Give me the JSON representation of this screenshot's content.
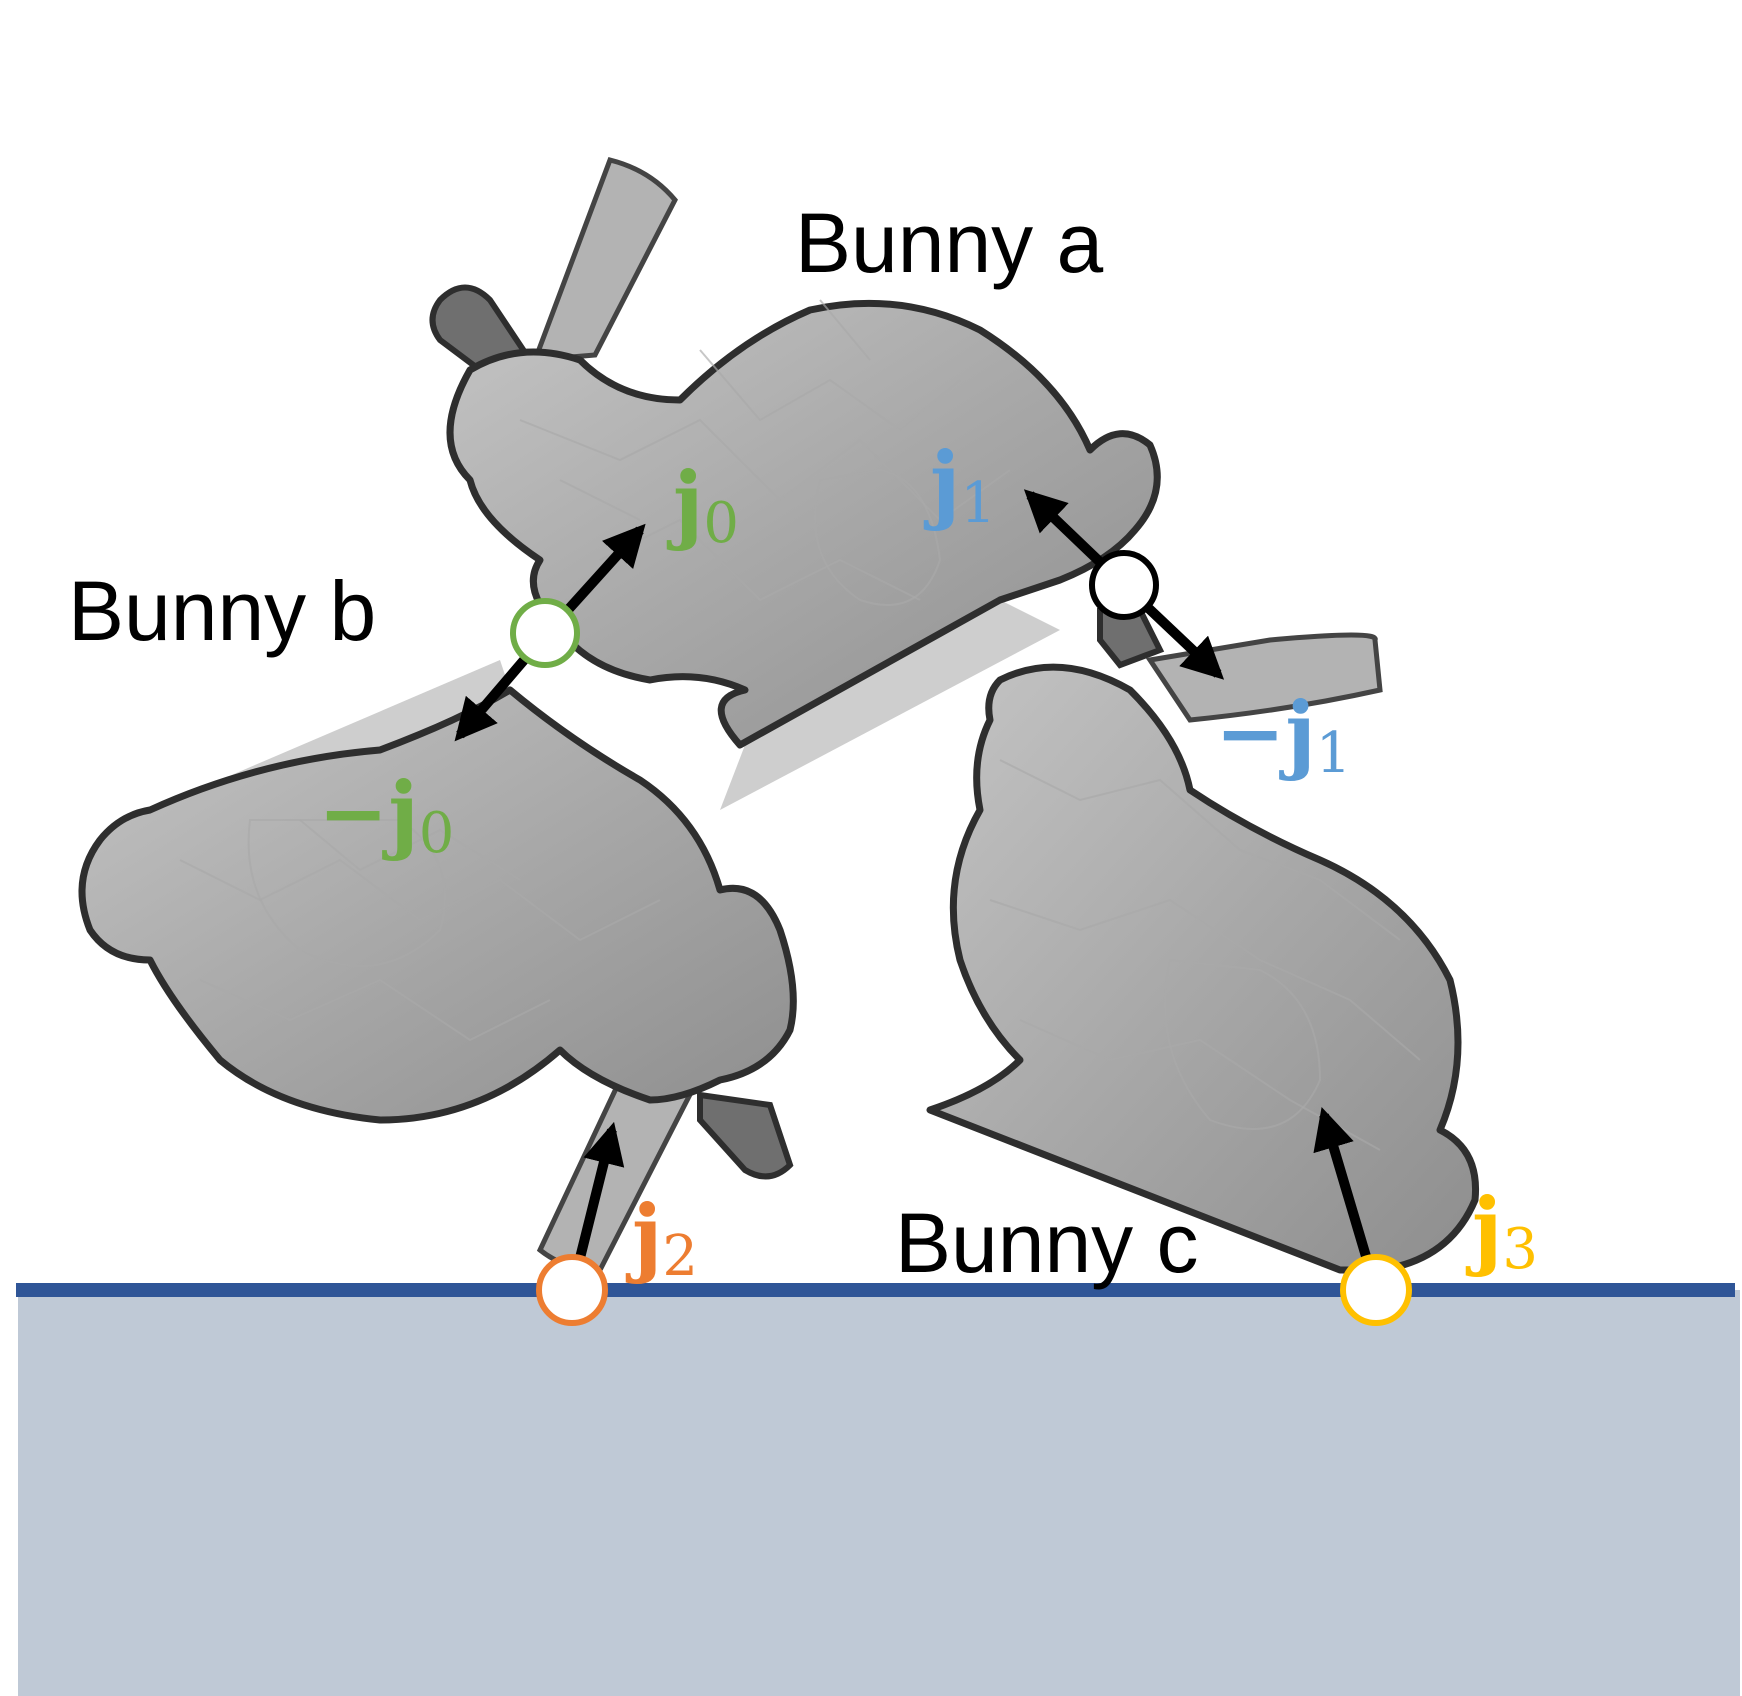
{
  "labels": {
    "bunny_a": "Bunny a",
    "bunny_b": "Bunny b",
    "bunny_c": "Bunny c"
  },
  "impulses": {
    "j0": {
      "symbol": "j",
      "sub": "0",
      "color": "#70ad47"
    },
    "neg_j0": {
      "sign": "−",
      "symbol": "j",
      "sub": "0",
      "color": "#70ad47"
    },
    "j1": {
      "symbol": "j",
      "sub": "1",
      "color": "#5b9bd5"
    },
    "neg_j1": {
      "sign": "−",
      "symbol": "j",
      "sub": "1",
      "color": "#5b9bd5"
    },
    "j2": {
      "symbol": "j",
      "sub": "2",
      "color": "#ed7d31"
    },
    "j3": {
      "symbol": "j",
      "sub": "3",
      "color": "#ffc000"
    }
  },
  "contacts": {
    "ab": {
      "ring_color": "#70ad47"
    },
    "ac": {
      "ring_color": "#000000"
    },
    "b_ground": {
      "ring_color": "#ed7d31"
    },
    "c_ground": {
      "ring_color": "#ffc000"
    }
  },
  "colors": {
    "ground_fill": "#bfc9d6",
    "ground_line": "#2f5597",
    "mesh_fill": "#a9a9a9",
    "arrow": "#000000"
  }
}
